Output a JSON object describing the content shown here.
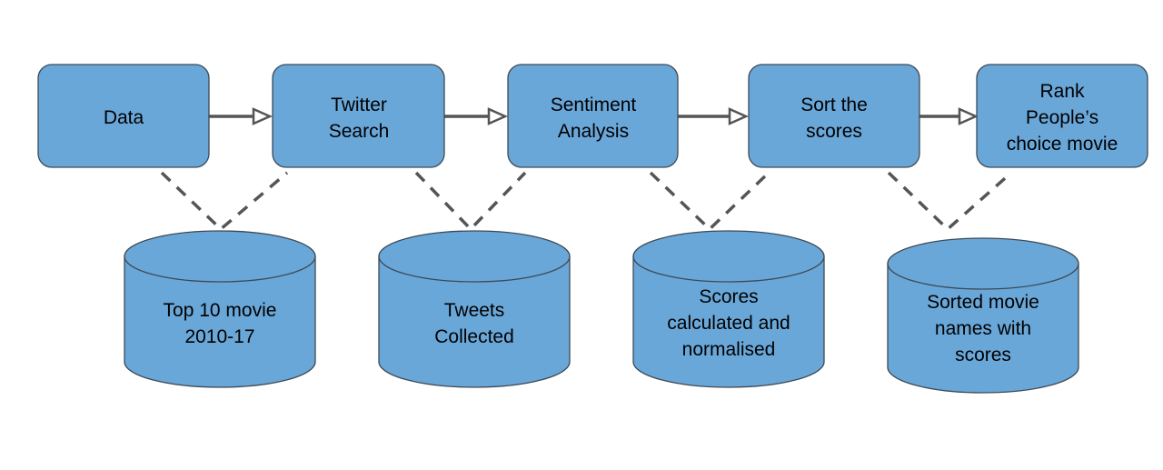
{
  "process_steps": [
    {
      "id": "data",
      "lines": [
        "Data"
      ]
    },
    {
      "id": "twitter-search",
      "lines": [
        "Twitter",
        "Search"
      ]
    },
    {
      "id": "sentiment-analysis",
      "lines": [
        "Sentiment",
        "Analysis"
      ]
    },
    {
      "id": "sort-scores",
      "lines": [
        "Sort the",
        "scores"
      ]
    },
    {
      "id": "rank",
      "lines": [
        "Rank",
        "People’s",
        "choice movie"
      ]
    }
  ],
  "data_stores": [
    {
      "id": "top-movies",
      "lines": [
        "Top 10 movie",
        "2010-17"
      ]
    },
    {
      "id": "tweets",
      "lines": [
        "Tweets",
        "Collected"
      ]
    },
    {
      "id": "scores",
      "lines": [
        "Scores",
        "calculated and",
        "normalised"
      ]
    },
    {
      "id": "sorted-names",
      "lines": [
        "Sorted movie",
        "names with",
        "scores"
      ]
    }
  ],
  "colors": {
    "node_fill": "#6aa7d9",
    "node_stroke": "#3d4a55",
    "connector": "#555555"
  }
}
